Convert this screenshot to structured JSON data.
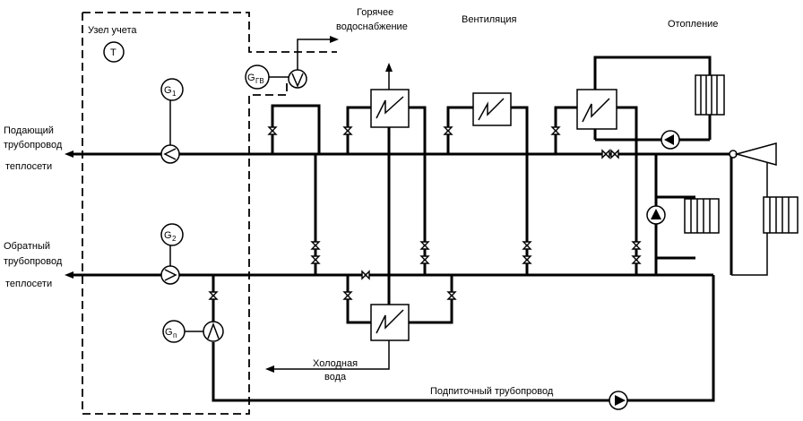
{
  "labels": {
    "meter_unit": "Узел учета",
    "hot_water_1": "Горячее",
    "hot_water_2": "водоснабжение",
    "ventilation": "Вентиляция",
    "heating": "Отопление",
    "supply_1": "Подающий",
    "supply_2": "трубопровод",
    "supply_3": "теплосети",
    "return_1": "Обратный",
    "return_2": "трубопровод",
    "return_3": "теплосети",
    "cold_water_1": "Холодная",
    "cold_water_2": "вода",
    "makeup_pipe": "Подпиточный  трубопровод"
  },
  "meters": {
    "temperature": "T",
    "g1_main": "G",
    "g1_sub": "1",
    "g2_main": "G",
    "g2_sub": "2",
    "gn_main": "G",
    "gn_sub": "п",
    "ghw_main": "G",
    "ghw_sub": "ГВ"
  }
}
